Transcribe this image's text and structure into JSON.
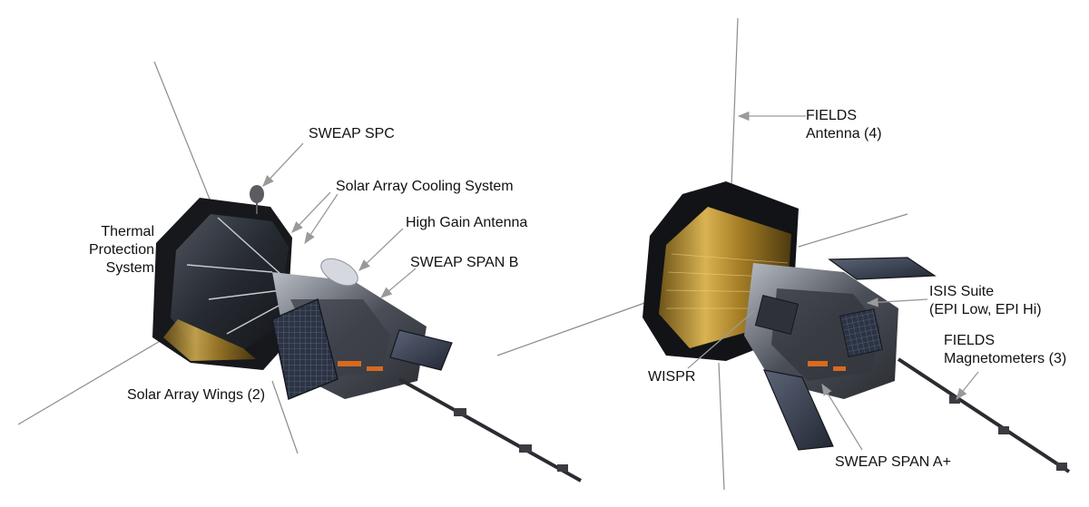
{
  "labels": {
    "sweap_spc": "SWEAP SPC",
    "solar_array_cooling": "Solar Array Cooling System",
    "high_gain_antenna": "High Gain Antenna",
    "sweap_span_b": "SWEAP SPAN B",
    "thermal_protection": "Thermal\nProtection\nSystem",
    "solar_array_wings": "Solar Array Wings (2)",
    "fields_antenna": "FIELDS\nAntenna (4)",
    "isis_suite": "ISIS Suite\n(EPI Low, EPI Hi)",
    "wispr": "WISPR",
    "fields_magnetometers": "FIELDS\nMagnetometers (3)",
    "sweap_span_a": "SWEAP SPAN A+"
  },
  "colors": {
    "leader_line": "#9a9a9a",
    "heat_shield": "#1a1a1a",
    "gold_foil": "#b8902e",
    "bus_dark": "#2b2d33",
    "panel_blue": "#3a4356"
  }
}
